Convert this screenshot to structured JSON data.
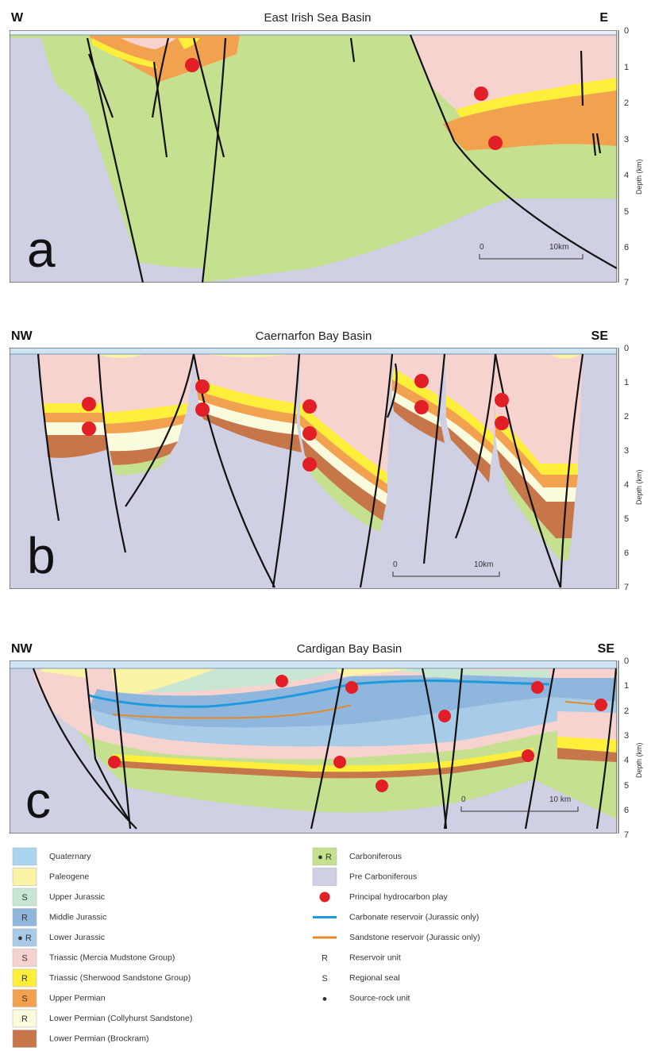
{
  "panels": [
    {
      "id": "a",
      "title": "East Irish Sea Basin",
      "left": "W",
      "right": "E",
      "letter": "a",
      "axis": "Depth (km)",
      "ticks": [
        "0",
        "1",
        "2",
        "3",
        "4",
        "5",
        "6",
        "7"
      ],
      "scale": {
        "start": "0",
        "end": "10km"
      }
    },
    {
      "id": "b",
      "title": "Caernarfon Bay Basin",
      "left": "NW",
      "right": "SE",
      "letter": "b",
      "axis": "Depth (km)",
      "ticks": [
        "0",
        "1",
        "2",
        "3",
        "4",
        "5",
        "6",
        "7"
      ],
      "scale": {
        "start": "0",
        "end": "10km"
      }
    },
    {
      "id": "c",
      "title": "Cardigan Bay Basin",
      "left": "NW",
      "right": "SE",
      "letter": "c",
      "axis": "Depth (km)",
      "ticks": [
        "0",
        "1",
        "2",
        "3",
        "4",
        "5",
        "6",
        "7"
      ],
      "scale": {
        "start": "0",
        "end": "10 km"
      }
    }
  ],
  "colors": {
    "quaternary": "#a9d6ee",
    "paleogene": "#fbf3a6",
    "upper_jurassic": "#c8e7d2",
    "middle_jurassic": "#8fb6dc",
    "lower_jurassic": "#a8cbe8",
    "mercia": "#f7d3d0",
    "sherwood": "#ffee3a",
    "upper_permian": "#f2a24e",
    "collyhurst": "#fafadc",
    "brockram": "#c7764a",
    "carboniferous": "#c5e08f",
    "pre_carboniferous": "#cfd0e3",
    "play": "#e21f26",
    "carbonate_line": "#1e9be0",
    "sandstone_line": "#e38a2a"
  },
  "legend_left": [
    {
      "name": "Quaternary",
      "symbol": "",
      "color_key": "quaternary"
    },
    {
      "name": "Paleogene",
      "symbol": "",
      "color_key": "paleogene"
    },
    {
      "name": "Upper Jurassic",
      "symbol": "S",
      "color_key": "upper_jurassic"
    },
    {
      "name": "Middle Jurassic",
      "symbol": "R",
      "color_key": "middle_jurassic"
    },
    {
      "name": "Lower Jurassic",
      "symbol": "● R",
      "color_key": "lower_jurassic"
    },
    {
      "name": "Triassic (Mercia Mudstone Group)",
      "symbol": "S",
      "color_key": "mercia"
    },
    {
      "name": "Triassic (Sherwood Sandstone Group)",
      "symbol": "R",
      "color_key": "sherwood"
    },
    {
      "name": "Upper Permian",
      "symbol": "S",
      "color_key": "upper_permian"
    },
    {
      "name": "Lower Permian (Collyhurst Sandstone)",
      "symbol": "R",
      "color_key": "collyhurst"
    },
    {
      "name": "Lower Permian (Brockram)",
      "symbol": "",
      "color_key": "brockram"
    }
  ],
  "legend_right": [
    {
      "name": "Carboniferous",
      "kind": "box",
      "symbol": "● R",
      "color_key": "carboniferous"
    },
    {
      "name": "Pre Carboniferous",
      "kind": "box",
      "symbol": "",
      "color_key": "pre_carboniferous"
    },
    {
      "name": "Principal hydrocarbon play",
      "kind": "dot",
      "symbol": "",
      "color_key": "play"
    },
    {
      "name": "Carbonate reservoir (Jurassic only)",
      "kind": "line",
      "symbol": "",
      "color_key": "carbonate_line"
    },
    {
      "name": "Sandstone reservoir (Jurassic only)",
      "kind": "line",
      "symbol": "",
      "color_key": "sandstone_line"
    },
    {
      "name": "Reservoir unit",
      "kind": "text",
      "symbol": "R",
      "color_key": ""
    },
    {
      "name": "Regional seal",
      "kind": "text",
      "symbol": "S",
      "color_key": ""
    },
    {
      "name": "Source-rock unit",
      "kind": "bullet",
      "symbol": "●",
      "color_key": ""
    }
  ]
}
